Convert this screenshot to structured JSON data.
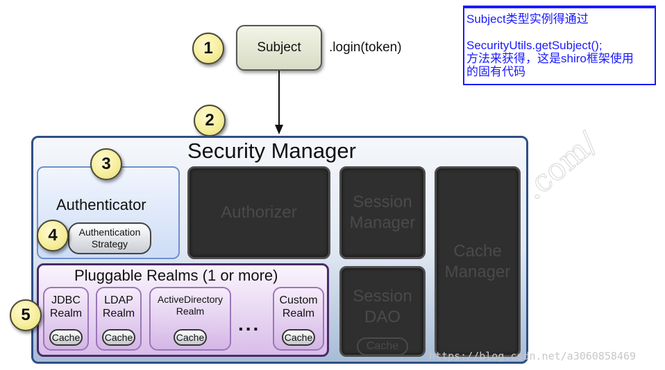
{
  "note": {
    "line1": "Subject类型实例得通过",
    "line2": "SecurityUtils.getSubject();",
    "line3": "方法来获得，这是shiro框架使用",
    "line4": "的固有代码"
  },
  "callouts": {
    "n1": "1",
    "n2": "2",
    "n3": "3",
    "n4": "4",
    "n5": "5"
  },
  "subject": {
    "label": "Subject",
    "method": ".login(token)"
  },
  "security_manager": {
    "title": "Security Manager",
    "authenticator": {
      "title": "Authenticator",
      "strategy_line1": "Authentication",
      "strategy_line2": "Strategy"
    },
    "authorizer": "Authorizer",
    "session_manager": {
      "line1": "Session",
      "line2": "Manager"
    },
    "session_dao": {
      "line1": "Session",
      "line2": "DAO",
      "cache": "Cache"
    },
    "cache_manager": {
      "line1": "Cache",
      "line2": "Manager"
    },
    "realms": {
      "title": "Pluggable Realms (1 or more)",
      "items": [
        {
          "line1": "JDBC",
          "line2": "Realm",
          "cache": "Cache"
        },
        {
          "line1": "LDAP",
          "line2": "Realm",
          "cache": "Cache"
        },
        {
          "line1": "ActiveDirectory",
          "line2": "Realm",
          "cache": "Cache"
        },
        {
          "line1": "Custom",
          "line2": "Realm",
          "cache": "Cache"
        }
      ],
      "ellipsis": "..."
    }
  },
  "watermark": "https://blog.csdn.net/a3060858469",
  "colors": {
    "note_border": "#1a1aff",
    "callout_fill": "#f6ee9c",
    "dark_box": "#2f2f2f",
    "frame_border": "#2e4f86"
  }
}
